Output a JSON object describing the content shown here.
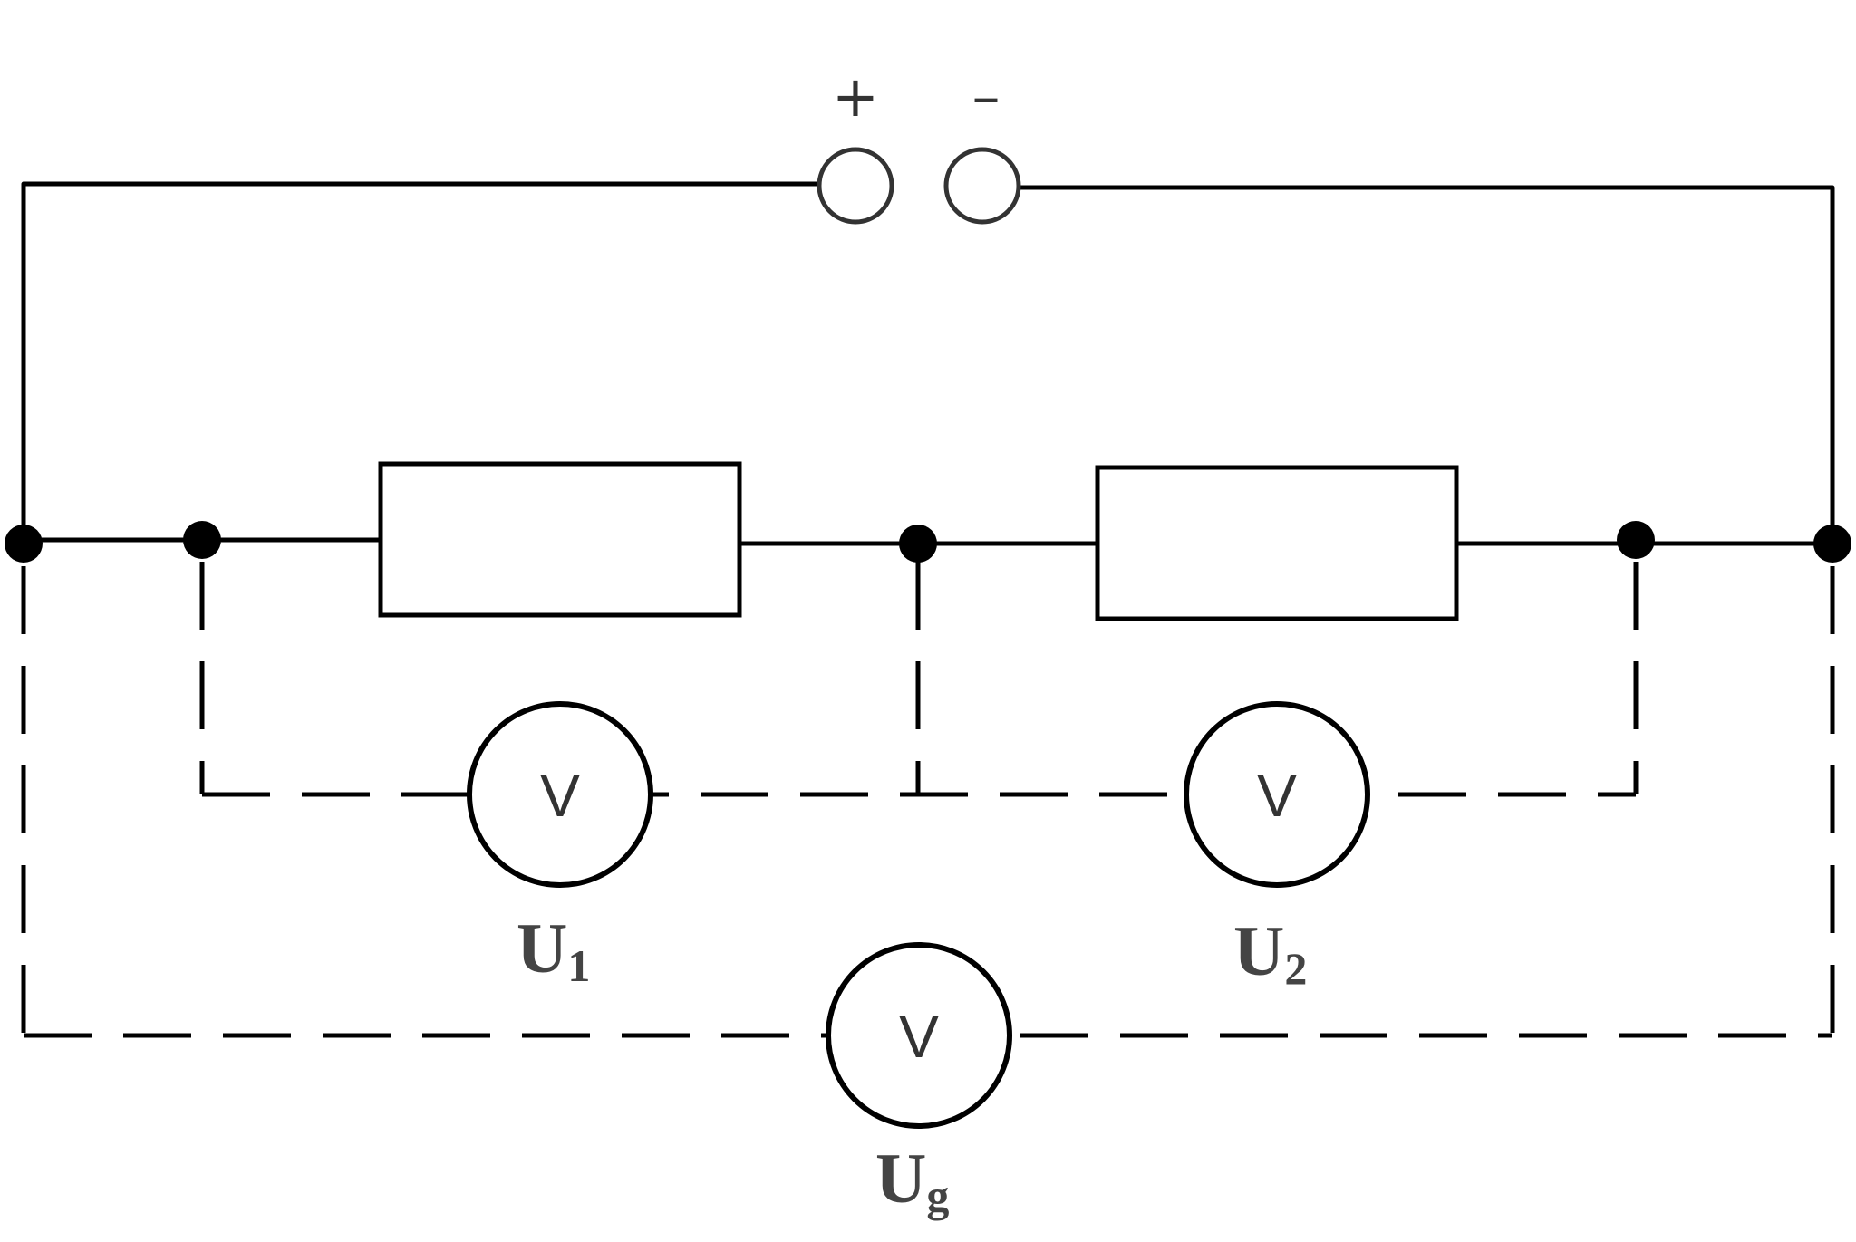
{
  "source": {
    "plus_label": "+",
    "minus_label": "–"
  },
  "meters": [
    {
      "symbol": "V",
      "label": "U",
      "subscript": "1"
    },
    {
      "symbol": "V",
      "label": "U",
      "subscript": "2"
    },
    {
      "symbol": "V",
      "label": "U",
      "subscript": "g"
    }
  ],
  "colors": {
    "wire": "#000000",
    "terminal_stroke": "#333333",
    "label": "#444444"
  }
}
